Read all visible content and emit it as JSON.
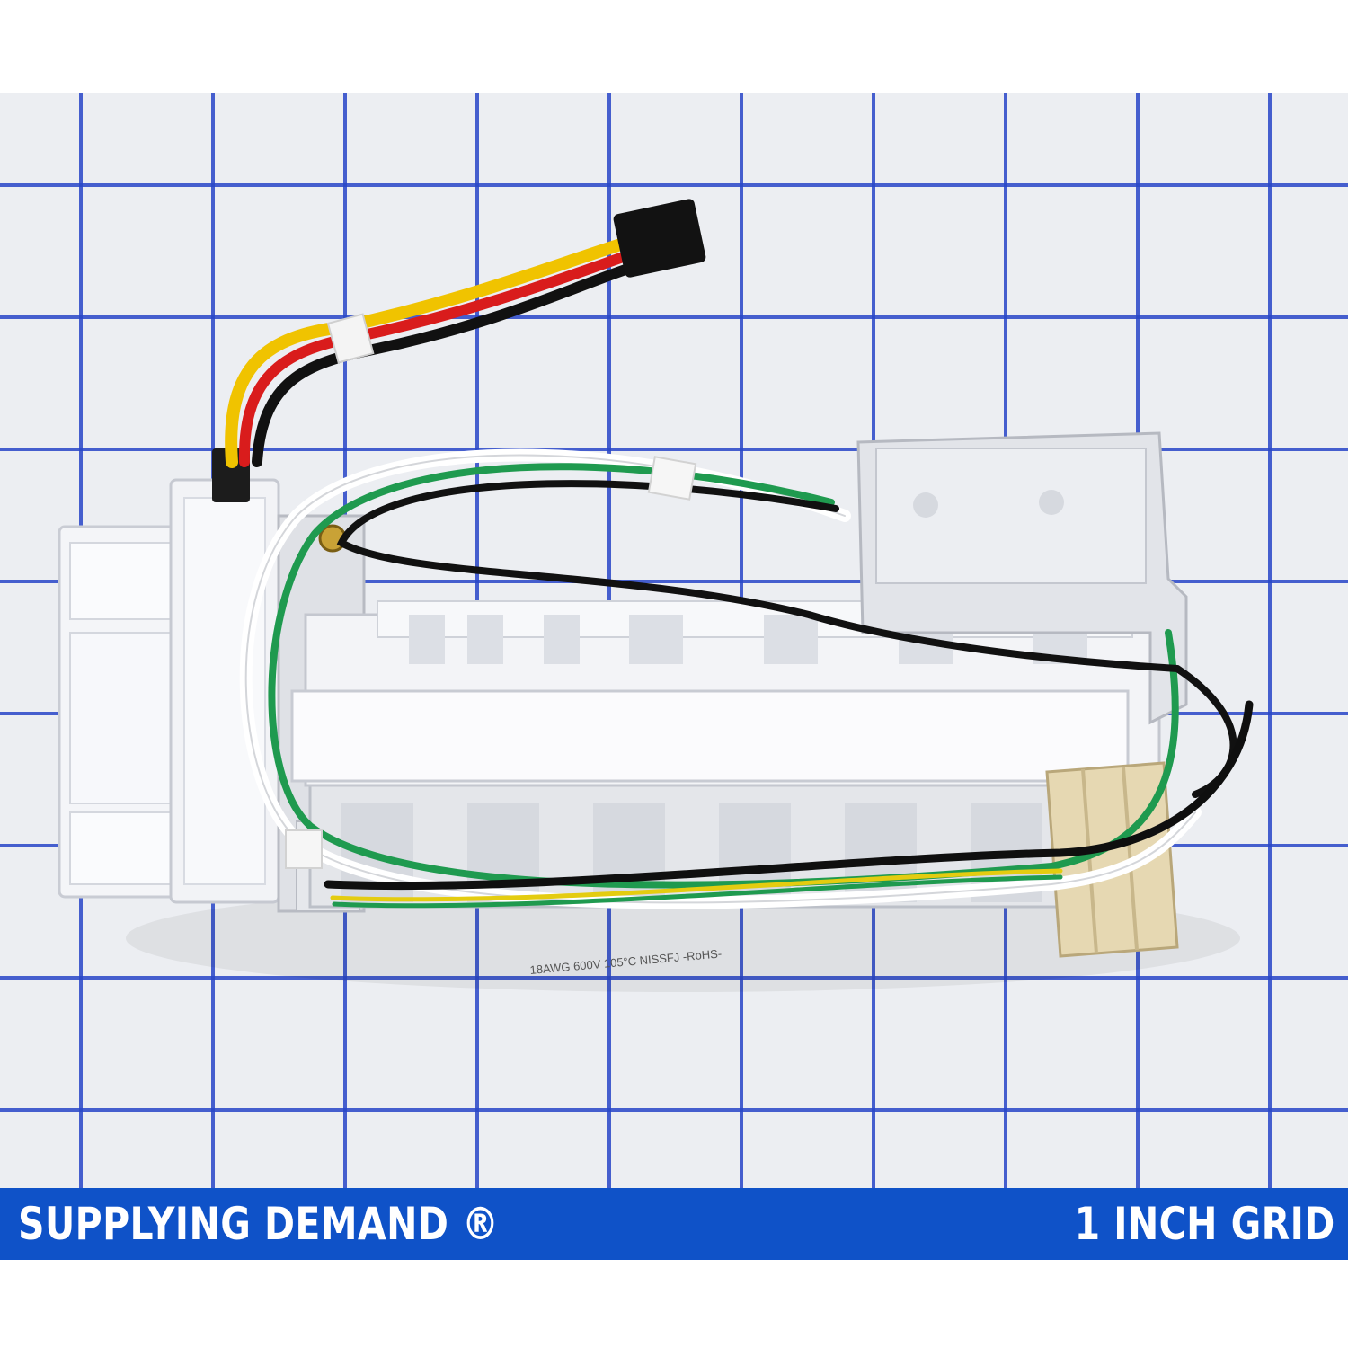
{
  "brand": {
    "footer_left": "SUPPLYING DEMAND ®",
    "footer_right": "1 INCH GRID"
  },
  "product_image": {
    "description_icon": "ice-maker-assembly",
    "wire_print_1": "18AWG 600V 105°C NISSFJ -RoHS-"
  },
  "colors": {
    "grid_line": "#2846c8",
    "footer_bg": "#0f52c8",
    "footer_text": "#ffffff"
  }
}
